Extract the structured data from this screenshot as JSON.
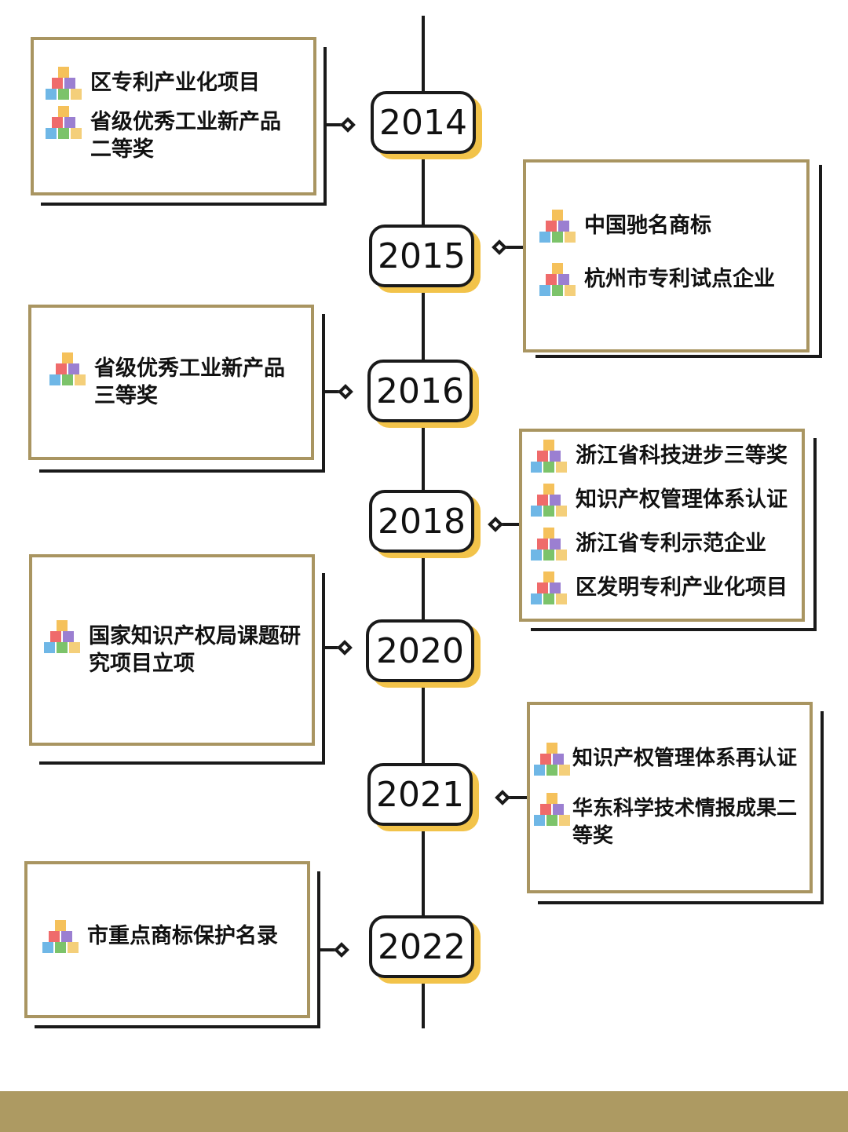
{
  "timeline": [
    {
      "year": "2014",
      "items": [
        "区专利产业化项目",
        "省级优秀工业新产品二等奖"
      ]
    },
    {
      "year": "2015",
      "items": [
        "中国驰名商标",
        "杭州市专利试点企业"
      ]
    },
    {
      "year": "2016",
      "items": [
        "省级优秀工业新产品三等奖"
      ]
    },
    {
      "year": "2018",
      "items": [
        "浙江省科技进步三等奖",
        "知识产权管理体系认证",
        "浙江省专利示范企业",
        "区发明专利产业化项目"
      ]
    },
    {
      "year": "2020",
      "items": [
        "国家知识产权局课题研究项目立项"
      ]
    },
    {
      "year": "2021",
      "items": [
        "知识产权管理体系再认证",
        "华东科学技术情报成果二等奖"
      ]
    },
    {
      "year": "2022",
      "items": [
        "市重点商标保护名录"
      ]
    }
  ],
  "colors": {
    "card_border": "#a99561",
    "year_shadow": "#f2c34a",
    "line": "#1a1a1a",
    "bottom_bar": "#ad9a62"
  },
  "icon_name": "toy-blocks-icon"
}
